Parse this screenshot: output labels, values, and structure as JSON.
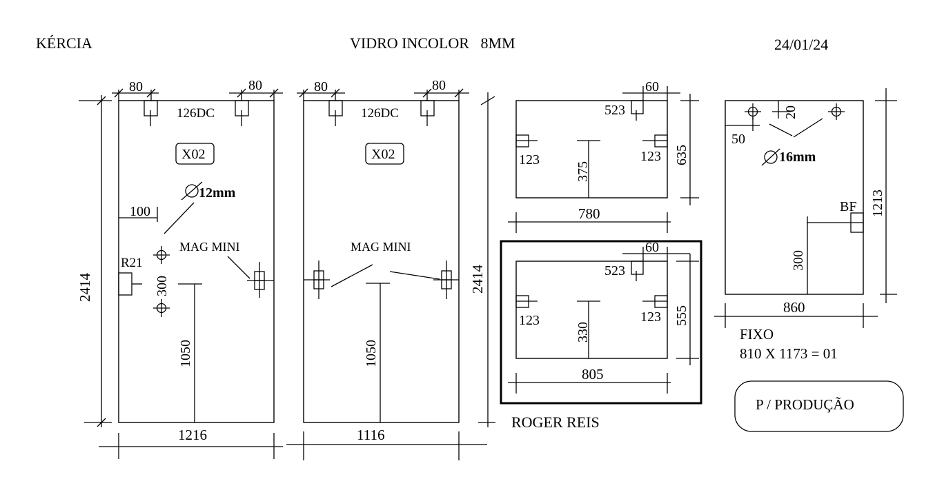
{
  "header": {
    "client": "KÉRCIA",
    "material": "VIDRO INCOLOR   8MM",
    "date": "24/01/24"
  },
  "door_left": {
    "offset_left": "80",
    "offset_right": "80",
    "hardware_top": "126DC",
    "code": "X02",
    "hole_diameter": "12mm",
    "edge_offset": "100",
    "lock_label": "R21",
    "hole_spacing": "300",
    "magnet_label": "MAG MINI",
    "handle_height": "1050",
    "height": "2414",
    "width": "1216"
  },
  "door_right": {
    "offset_left": "80",
    "offset_right": "80",
    "hardware_top": "126DC",
    "code": "X02",
    "magnet_label": "MAG MINI",
    "handle_height": "1050",
    "height": "2414",
    "width": "1116"
  },
  "panel_top": {
    "offset": "60",
    "hardware_top": "523",
    "hardware_left": "123",
    "hardware_right": "123",
    "center_height": "375",
    "height": "635",
    "width": "780"
  },
  "panel_bottom": {
    "offset": "60",
    "hardware_top": "523",
    "hardware_left": "123",
    "hardware_right": "123",
    "center_height": "330",
    "height": "555",
    "width": "805"
  },
  "fixed_panel": {
    "hole_top_offset": "20",
    "hole_side_offset": "50",
    "hole_diameter": "16mm",
    "fitting_label": "BF",
    "fitting_height": "300",
    "height": "1213",
    "width": "860",
    "type_label": "FIXO",
    "size_note": "810 X 1173 = 01"
  },
  "footer": {
    "customer": "ROGER REIS",
    "stamp": "P / PRODUÇÃO"
  }
}
